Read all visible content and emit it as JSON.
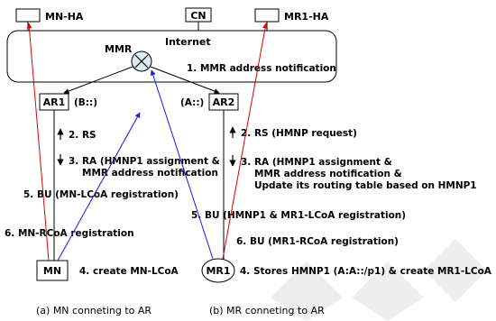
{
  "nodes": {
    "mn_ha": "MN-HA",
    "cn": "CN",
    "mr1_ha": "MR1-HA",
    "mmr": "MMR",
    "internet": "Internet",
    "ar1": "AR1",
    "ar1_prefix": "(B::)",
    "ar2_prefix": "(A::)",
    "ar2": "AR2",
    "mn": "MN",
    "mr1": "MR1"
  },
  "steps": {
    "s1": "1. MMR address notification",
    "left_rs": "2. RS",
    "left_ra_1": "3. RA (HMNP1 assignment &",
    "left_ra_2": "MMR address notification",
    "left_bu": "5. BU (MN-LCoA registration)",
    "left_mn_rcoa": "6. MN-RCoA registration",
    "left_create": "4. create MN-LCoA",
    "right_rs": "2. RS (HMNP request)",
    "right_ra_1": "3. RA (HMNP1 assignment &",
    "right_ra_2": "MMR address notification &",
    "right_ra_3": "Update its routing table based on HMNP1",
    "right_bu5": "5. BU (HMNP1 & MR1-LCoA registration)",
    "right_bu6": "6. BU (MR1-RCoA registration)",
    "right_store": "4. Stores HMNP1 (A:A::/p1) & create MR1-LCoA"
  },
  "captions": {
    "left": "(a) MN conneting to AR",
    "right": "(b) MR conneting to AR"
  },
  "colors": {
    "red_arrows": "#e00000",
    "blue_arrows": "#1a1ae6",
    "black": "#000000",
    "mmr_icon_fill": "#d9ecf2"
  }
}
